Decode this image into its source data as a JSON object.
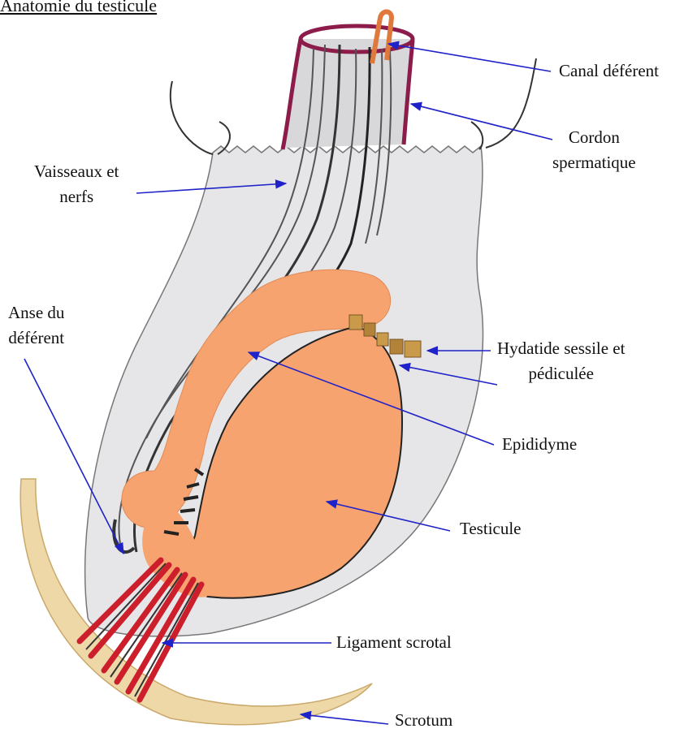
{
  "title": "Anatomie du testicule",
  "colors": {
    "arrow": "#1f22c8",
    "sac": "#e6e6e8",
    "tissue": "#f7a36f",
    "cord_ring": "#8c1c4a",
    "vas": "#e07a3c",
    "ligament": "#cc1f2b",
    "scrotum": "#eed8a8"
  },
  "labels": {
    "canal_deferent": "Canal déférent",
    "cordon_line1": "Cordon",
    "cordon_line2": "spermatique",
    "vaisseaux_line1": "Vaisseaux et",
    "vaisseaux_line2": "nerfs",
    "anse_line1": "Anse du",
    "anse_line2": "déférent",
    "hydatide_line1": "Hydatide sessile et",
    "hydatide_line2": "pédiculée",
    "epididyme": "Epididyme",
    "testicule": "Testicule",
    "ligament": "Ligament scrotal",
    "scrotum": "Scrotum"
  }
}
